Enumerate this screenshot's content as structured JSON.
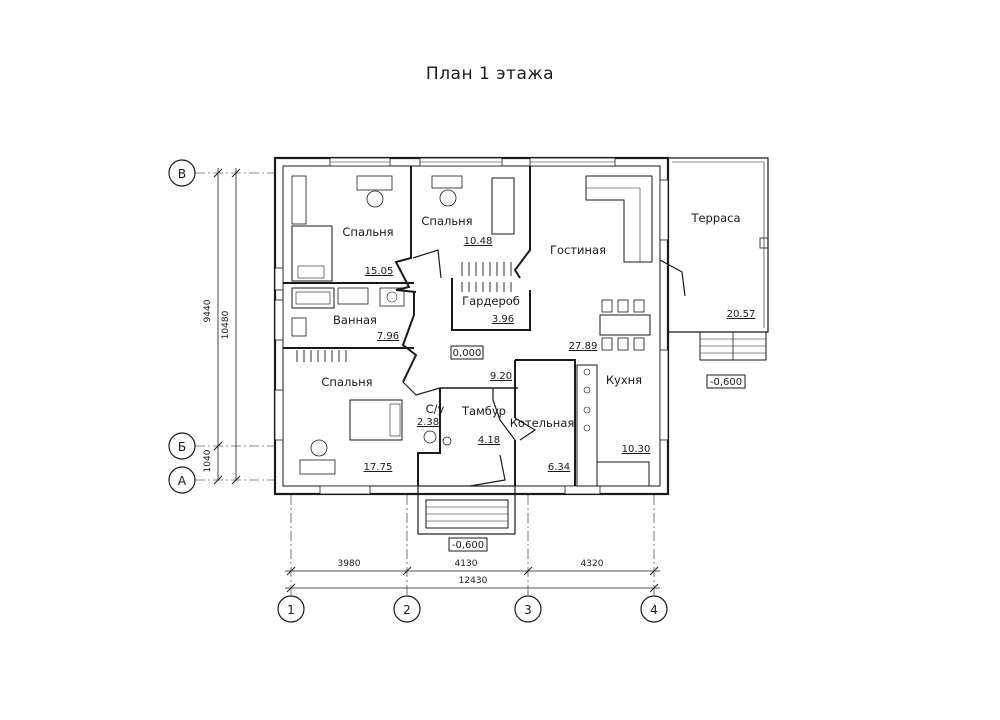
{
  "title": "План 1 этажа",
  "rooms": {
    "bedroom_top": {
      "name": "Спальня",
      "area": "15.05"
    },
    "bedroom_mid": {
      "name": "Спальня",
      "area": "10.48"
    },
    "living": {
      "name": "Гостиная",
      "area": "27.89"
    },
    "terrace": {
      "name": "Терраса",
      "area": "20.57"
    },
    "wardrobe": {
      "name": "Гардероб",
      "area": "3.96"
    },
    "bathroom": {
      "name": "Ванная",
      "area": "7.96"
    },
    "hall": {
      "area": "9.20"
    },
    "bedroom_bottom": {
      "name": "Спальня",
      "area": "17.75"
    },
    "wc": {
      "name": "С/у",
      "area": "2.38"
    },
    "vestibule": {
      "name": "Тамбур",
      "area": "4.18"
    },
    "boiler": {
      "name": "Котельная",
      "area": "6.34"
    },
    "kitchen": {
      "name": "Кухня",
      "area": "10.30"
    }
  },
  "levels": {
    "floor": "0,000",
    "terrace": "-0,600",
    "entrance": "-0,600"
  },
  "axes": {
    "columns": [
      "1",
      "2",
      "3",
      "4"
    ],
    "rows": [
      "В",
      "Б",
      "А"
    ]
  },
  "dimensions": {
    "horizontal": [
      "3980",
      "4130",
      "4320"
    ],
    "horizontal_total": "12430",
    "vertical_inner": "9440",
    "vertical_total": "10480",
    "vertical_bottom": "1040"
  },
  "colors": {
    "line": "#1a1a1a",
    "wall_fill": "#ffffff",
    "thin": "#333333"
  }
}
